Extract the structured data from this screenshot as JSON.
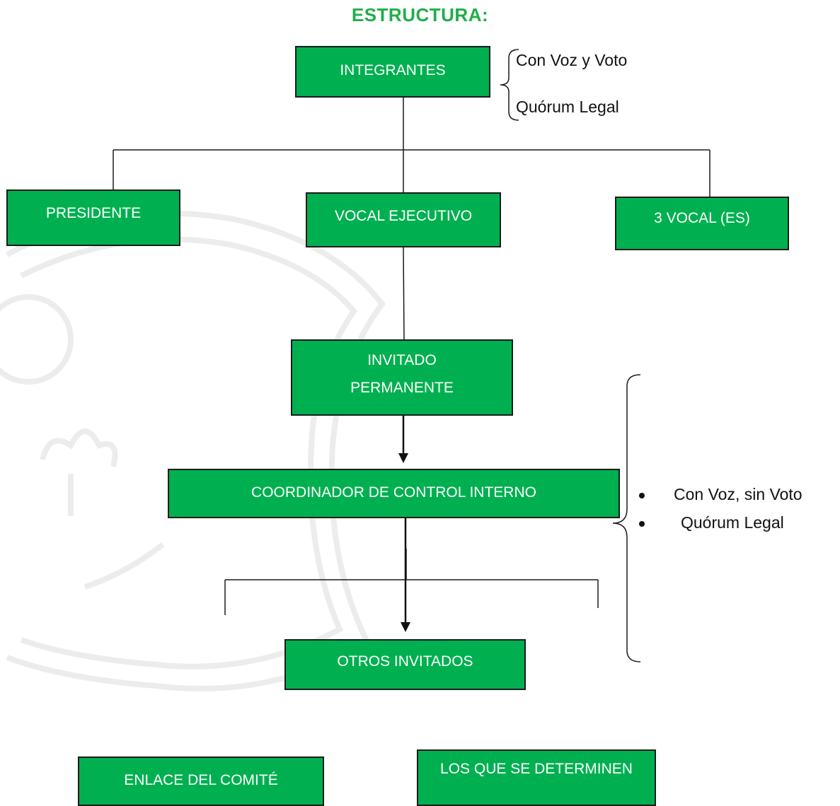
{
  "title": "ESTRUCTURA:",
  "colors": {
    "box_fill": "#00b050",
    "title_color": "#1fae4a",
    "line": "#1a1a1a",
    "watermark": "#ececec"
  },
  "integrantes": {
    "label": "INTEGRANTES",
    "notes": [
      "Con Voz y Voto",
      "Quórum Legal"
    ]
  },
  "members": {
    "presidente": "PRESIDENTE",
    "vocal_ejecutivo": "VOCAL EJECUTIVO",
    "vocales": "3 VOCAL (ES)"
  },
  "invitado_permanente": {
    "line1": "INVITADO",
    "line2": "PERMANENTE"
  },
  "coordinador": "COORDINADOR DE CONTROL INTERNO",
  "otros_invitados": "OTROS INVITADOS",
  "bottom": {
    "enlace": "ENLACE DEL COMITÉ",
    "determinen": "LOS QUE SE DETERMINEN"
  },
  "invitados_notes": [
    "Con Voz, sin Voto",
    "Quórum Legal"
  ],
  "watermark_icon": "seal-watermark-icon"
}
